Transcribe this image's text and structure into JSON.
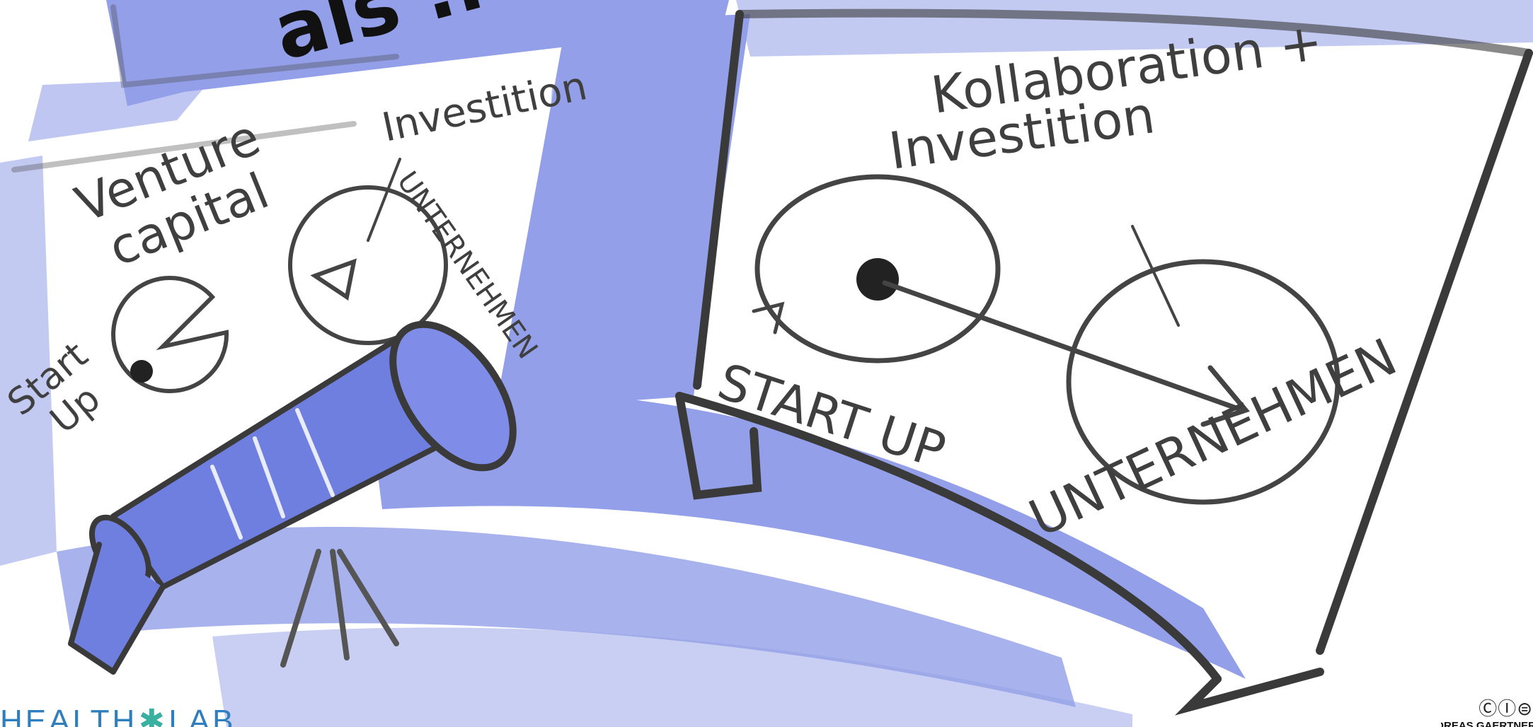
{
  "sketch": {
    "title_fragment": "als ..",
    "left_panel": {
      "heading": [
        "Venture",
        "capital"
      ],
      "investment_label": "Investition",
      "startup_label": [
        "Start",
        "Up"
      ],
      "company_label": "UNTERNEHMEN"
    },
    "right_panel": {
      "heading": [
        "Kollaboration +",
        "Investition"
      ],
      "startup_label": "START UP",
      "company_label": "UNTERNEHMEN"
    }
  },
  "footer": {
    "logo_left": "HEALTH",
    "logo_right": "LAB",
    "license_icons": "ⒸⒾ⊜",
    "author": "ANDREAS GAERTNER"
  },
  "colors": {
    "marker_blue": "#6f7fe0",
    "marker_grey": "#4a4a4a",
    "logo_blue": "#2f7fbf"
  }
}
